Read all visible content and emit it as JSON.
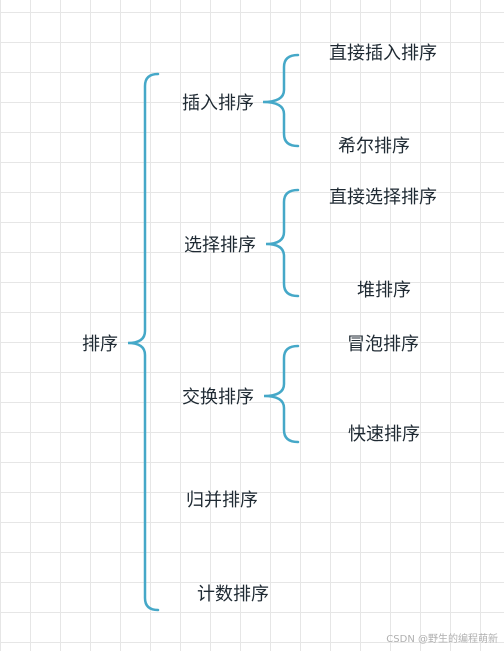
{
  "diagram": {
    "bracket_color": "#45a8c8",
    "text_color": "#1f2a33",
    "root": {
      "label": "排序",
      "children": [
        {
          "label": "插入排序",
          "children": [
            "直接插入排序",
            "希尔排序"
          ]
        },
        {
          "label": "选择排序",
          "children": [
            "直接选择排序",
            "堆排序"
          ]
        },
        {
          "label": "交换排序",
          "children": [
            "冒泡排序",
            "快速排序"
          ]
        },
        {
          "label": "归并排序"
        },
        {
          "label": "计数排序"
        }
      ]
    }
  },
  "watermark": "CSDN @野生的编程萌新"
}
